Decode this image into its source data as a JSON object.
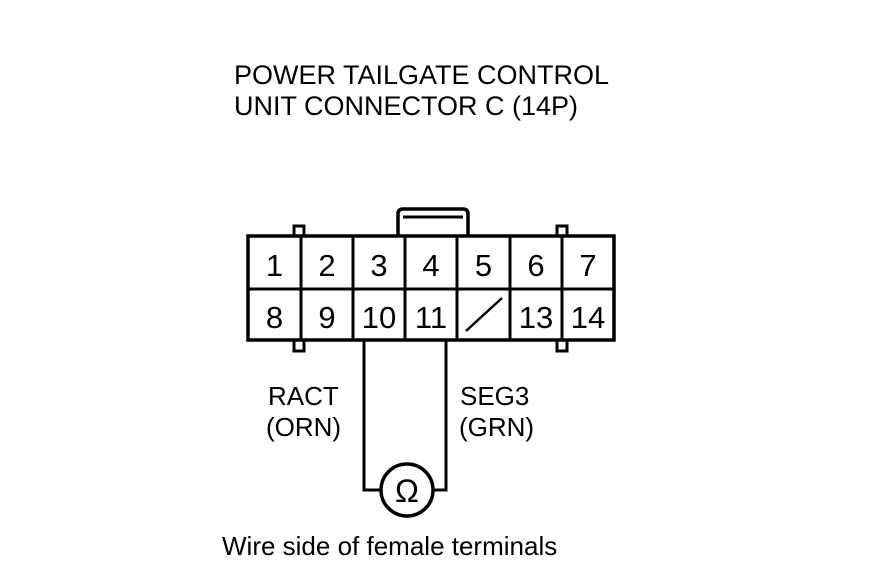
{
  "title": {
    "line1": "POWER TAILGATE CONTROL",
    "line2": "UNIT CONNECTOR C (14P)"
  },
  "connector": {
    "row1": [
      "1",
      "2",
      "3",
      "4",
      "5",
      "6",
      "7"
    ],
    "row2": [
      "8",
      "9",
      "10",
      "11",
      "",
      "13",
      "14"
    ],
    "empty_cavity_index": 4
  },
  "wires": {
    "left": {
      "signal": "RACT",
      "color": "(ORN)",
      "terminal": "10"
    },
    "right": {
      "signal": "SEG3",
      "color": "(GRN)",
      "terminal": "11"
    }
  },
  "meter": {
    "symbol": "Ω",
    "icon": "ohmmeter-icon"
  },
  "caption": "Wire side of female terminals"
}
